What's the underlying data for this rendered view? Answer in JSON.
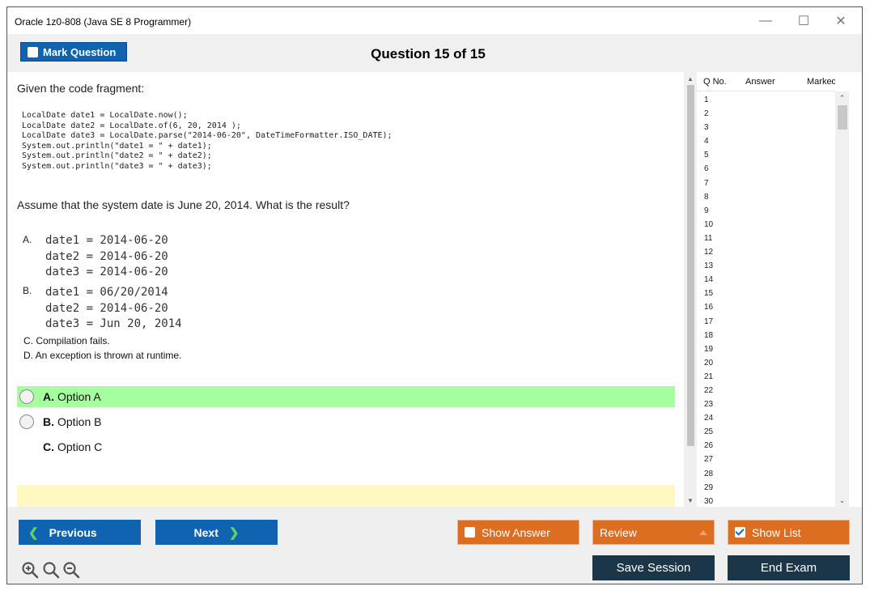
{
  "window": {
    "title": "Oracle 1z0-808 (Java SE 8 Programmer)",
    "controls": {
      "minimize": "—",
      "maximize": "☐",
      "close": "✕"
    }
  },
  "header": {
    "mark_label": "Mark Question",
    "question_number": "Question 15 of 15"
  },
  "question": {
    "intro": "Given the code fragment:",
    "code": "LocalDate date1 = LocalDate.now();\nLocalDate date2 = LocalDate.of(6, 20, 2014 );\nLocalDate date3 = LocalDate.parse(\"2014-06-20\", DateTimeFormatter.ISO_DATE);\nSystem.out.println(\"date1 = \" + date1);\nSystem.out.println(\"date2 = \" + date2);\nSystem.out.println(\"date3 = \" + date3);",
    "prompt": "Assume that the system date is June 20, 2014. What is the result?",
    "option_a_letter": "A.",
    "option_a_code": "date1 = 2014-06-20\ndate2 = 2014-06-20\ndate3 = 2014-06-20",
    "option_b_letter": "B.",
    "option_b_code": "date1 = 06/20/2014\ndate2 = 2014-06-20\ndate3 = Jun 20, 2014",
    "option_c_text": "C. Compilation fails.",
    "option_d_text": "D. An exception is thrown at runtime."
  },
  "answers": [
    {
      "letter": "A.",
      "label": "Option A",
      "selected": true
    },
    {
      "letter": "B.",
      "label": "Option B",
      "selected": false
    },
    {
      "letter": "C.",
      "label": "Option C",
      "selected": false
    }
  ],
  "question_list": {
    "col_qno": "Q No.",
    "col_answer": "Answer",
    "col_marked": "Marked",
    "rows": [
      "1",
      "2",
      "3",
      "4",
      "5",
      "6",
      "7",
      "8",
      "9",
      "10",
      "11",
      "12",
      "13",
      "14",
      "15",
      "16",
      "17",
      "18",
      "19",
      "20",
      "21",
      "22",
      "23",
      "24",
      "25",
      "26",
      "27",
      "28",
      "29",
      "30"
    ]
  },
  "footer": {
    "previous": "Previous",
    "next": "Next",
    "show_answer": "Show Answer",
    "review": "Review",
    "show_list": "Show List",
    "save_session": "Save Session",
    "end_exam": "End Exam"
  },
  "colors": {
    "primary_blue": "#0f63b0",
    "orange": "#dc6e21",
    "dark_navy": "#1b3648",
    "selected_green": "#a6ff9e",
    "explanation_yellow": "#fff9c1"
  },
  "icons": [
    "zoom-in-icon",
    "zoom-reset-icon",
    "zoom-out-icon"
  ]
}
